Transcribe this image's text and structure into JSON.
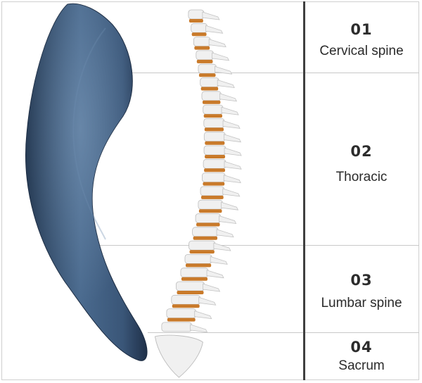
{
  "sections": [
    {
      "number": "01",
      "name": "Cervical spine"
    },
    {
      "number": "02",
      "name": "Thoracic"
    },
    {
      "number": "03",
      "name": "Lumbar spine"
    },
    {
      "number": "04",
      "name": "Sacrum"
    }
  ],
  "colors": {
    "support_shape": "#3d5a7a",
    "support_shape_dark": "#22364f",
    "bone": "#f0f0f0",
    "disc": "#c97a2a",
    "divider": "#3f3f3f",
    "grid": "#c8c8c8"
  }
}
